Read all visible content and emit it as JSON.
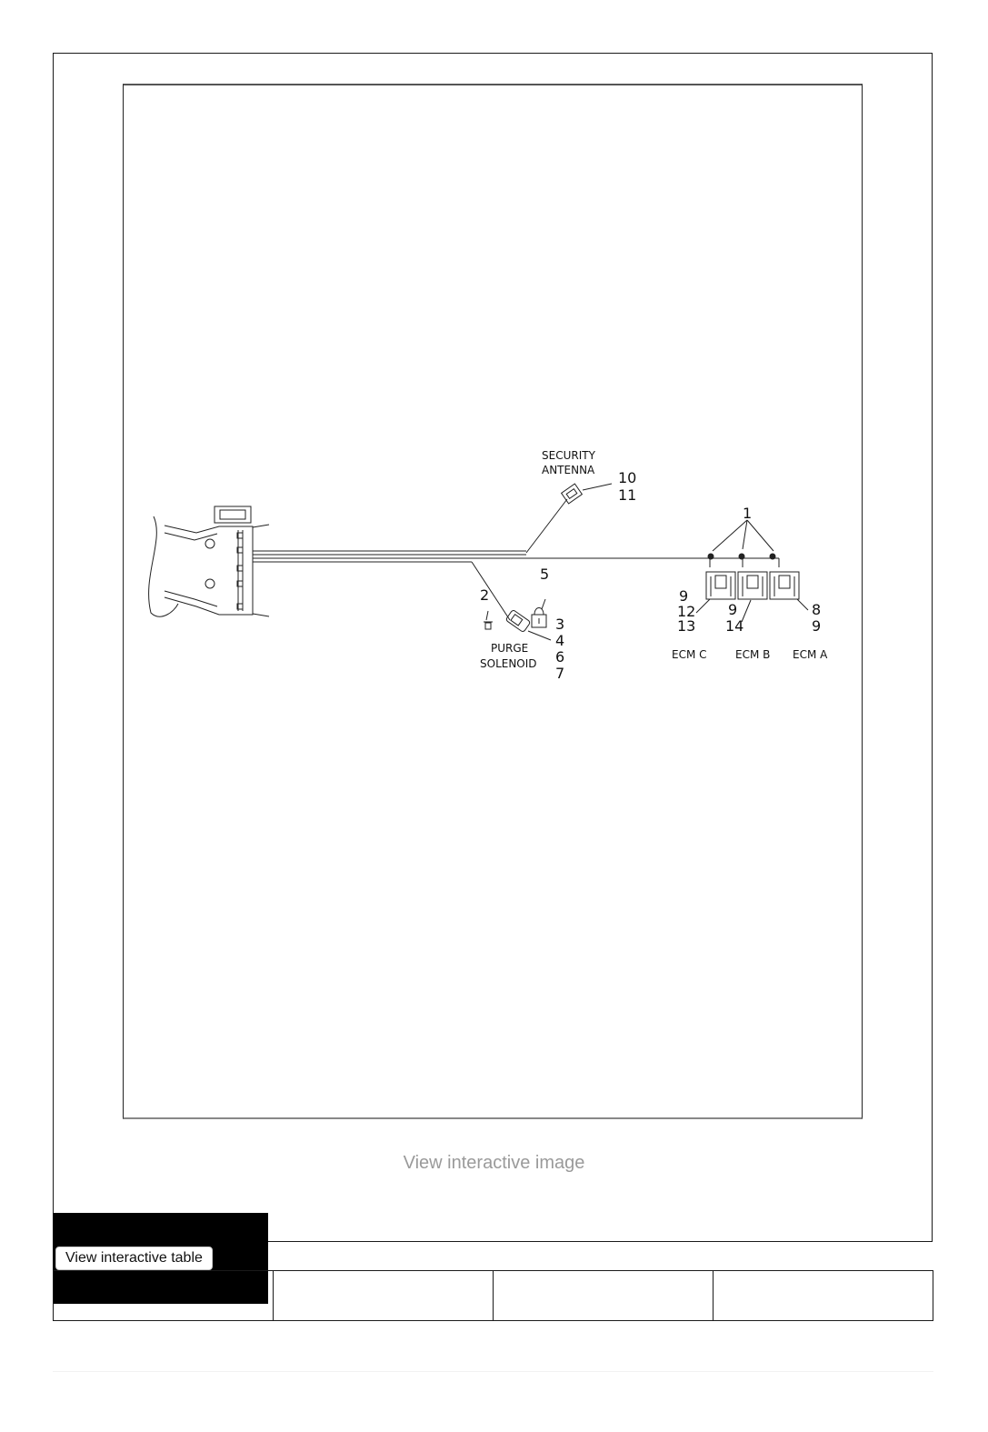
{
  "diagram": {
    "labels": {
      "security_antenna_line1": "SECURITY",
      "security_antenna_line2": "ANTENNA",
      "purge_solenoid_line1": "PURGE",
      "purge_solenoid_line2": "SOLENOID",
      "ecm_c": "ECM C",
      "ecm_b": "ECM B",
      "ecm_a": "ECM A"
    },
    "callouts": {
      "c1": "1",
      "c2": "2",
      "c3": "3",
      "c4": "4",
      "c5": "5",
      "c6": "6",
      "c7": "7",
      "c8": "8",
      "c9_a": "9",
      "c9_b": "9",
      "c9_c": "9",
      "c10": "10",
      "c11": "11",
      "c12": "12",
      "c13": "13",
      "c14": "14"
    }
  },
  "links": {
    "view_image": "View interactive image",
    "view_table": "View interactive table"
  }
}
